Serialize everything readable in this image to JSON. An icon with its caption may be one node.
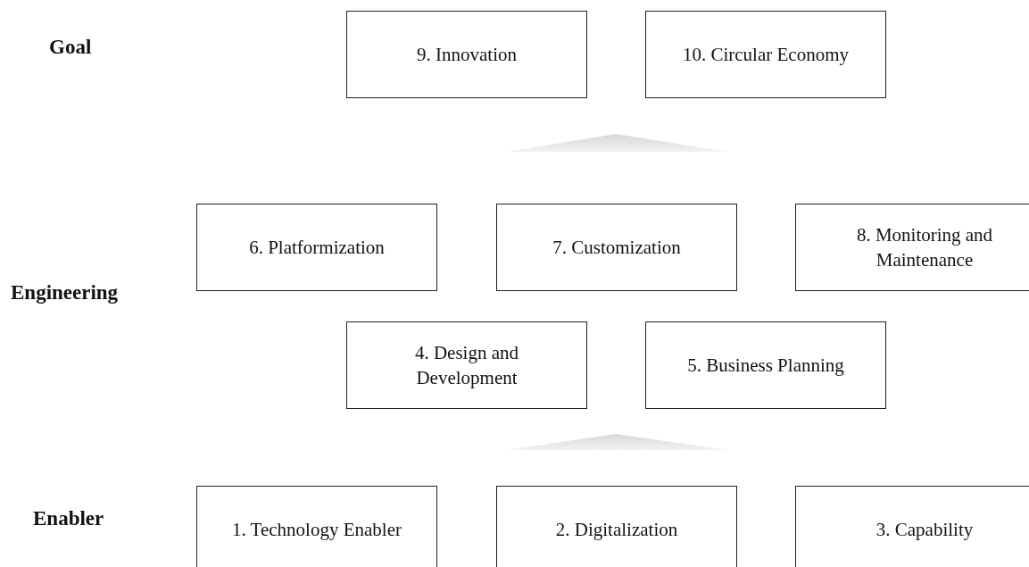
{
  "diagram": {
    "nodes": [
      {
        "text": [
          "9. Innovation"
        ]
      },
      {
        "text": [
          "10. Circular Economy"
        ]
      },
      {
        "text": [
          "6. Platformization"
        ]
      },
      {
        "text": [
          "7. Customization"
        ]
      },
      {
        "text": [
          "8. Monitoring and Maintenance"
        ]
      },
      {
        "text": [
          "4. Design and Development"
        ]
      },
      {
        "text": [
          "5. Business Planning"
        ]
      },
      {
        "text": [
          "1. Technology Enabler"
        ]
      },
      {
        "text": [
          "2. Digitalization"
        ]
      },
      {
        "text": [
          "3. Capability"
        ]
      }
    ],
    "labels": [
      "Goal",
      "Engineering",
      "Enabler"
    ]
  }
}
